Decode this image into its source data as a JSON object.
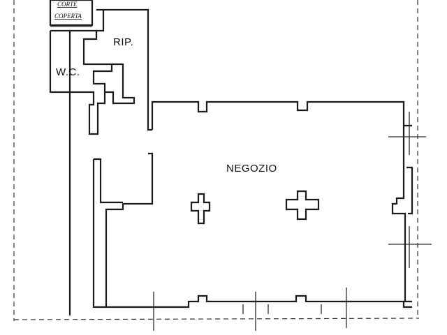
{
  "plan": {
    "rooms": {
      "corte_line1": "CORTE",
      "corte_line2": "COPERTA",
      "rip": "RIP.",
      "wc": "W.C.",
      "negozio": "NEGOZIO"
    }
  }
}
